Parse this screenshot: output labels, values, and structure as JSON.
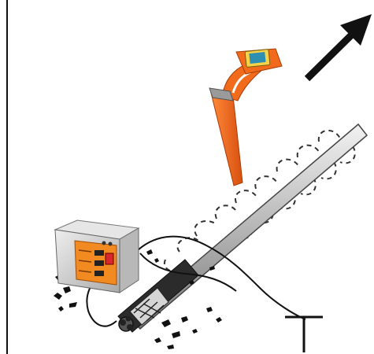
{
  "figure": {
    "elements": {
      "cable": "buried-cable",
      "transmitter": "signal-transmitter",
      "receiver": "handheld-locator-receiver",
      "arrow": "direction-arrow",
      "ground": "ground-earth-symbol",
      "field": "electromagnetic-field-lines"
    },
    "colors": {
      "receiver_body": "#f26b1d",
      "receiver_screen": "#2f8fb0",
      "receiver_screen_frame": "#f5d24a",
      "transmitter_panel": "#f28a22",
      "transmitter_case": "#d9d9d9",
      "transmitter_indicator": "#d9272e",
      "cable_outer": "#c8c8c8",
      "cable_jacket": "#2b2b2b",
      "line_black": "#111111"
    }
  }
}
